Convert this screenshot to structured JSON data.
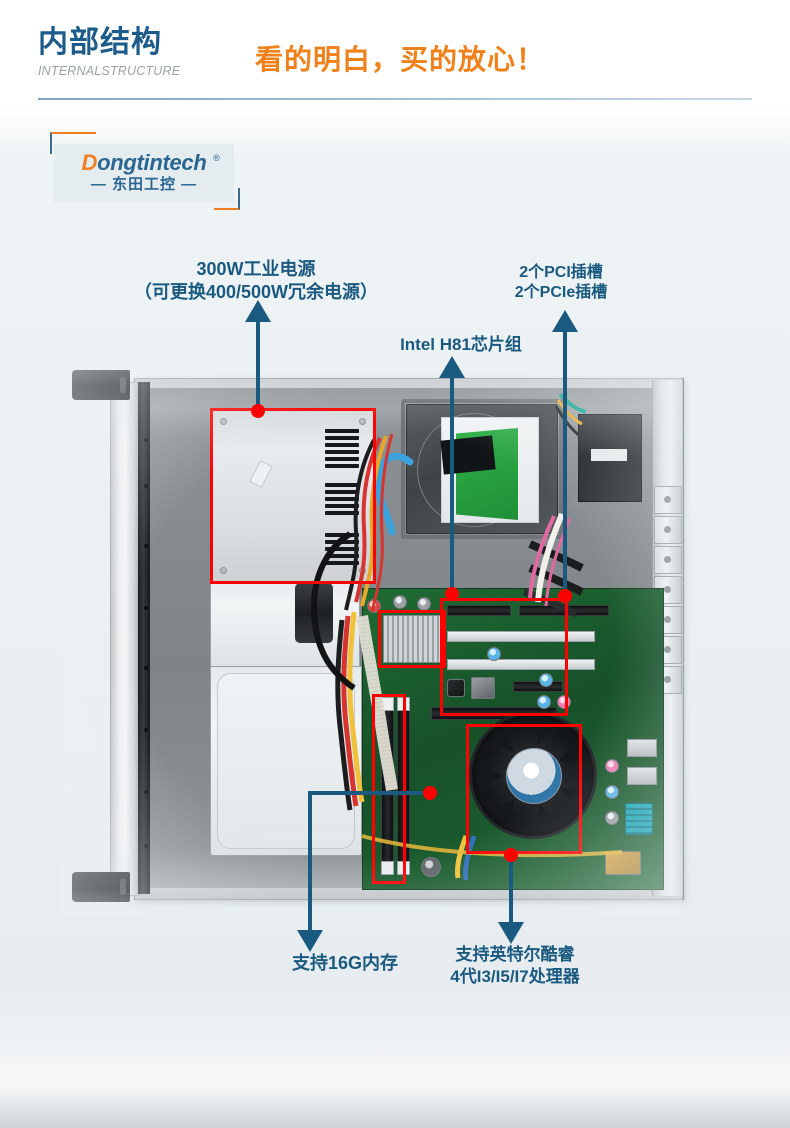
{
  "header": {
    "title_cn": "内部结构",
    "title_en": "INTERNALSTRUCTURE",
    "tagline": "看的明白，买的放心！",
    "title_color": "#1d5c8a",
    "tagline_color": "#f08019"
  },
  "logo": {
    "brand_en": "ongtintech",
    "brand_initial": "D",
    "registered_mark": "®",
    "brand_cn": "— 东田工控 —",
    "brand_color": "#2a6690",
    "accent_color": "#ef7f20"
  },
  "annotations": {
    "psu": "300W工业电源\n（可更换400/500W冗余电源）",
    "pci": "2个PCI插槽\n2个PCIe插槽",
    "chipset": "Intel H81芯片组",
    "memory": "支持16G内存",
    "cpu": "支持英特尔酷睿\n4代I3/I5/I7处理器",
    "label_color": "#1b5a80",
    "leader_color": "#1b5a80",
    "marker_color": "#ff0000"
  },
  "callouts": [
    {
      "name": "power-supply",
      "highlight_color": "#ff0000"
    },
    {
      "name": "chipset-heatsink",
      "highlight_color": "#ff0000"
    },
    {
      "name": "pci-slots",
      "highlight_color": "#ff0000"
    },
    {
      "name": "memory-slots",
      "highlight_color": "#ff0000"
    },
    {
      "name": "cpu-cooler",
      "highlight_color": "#ff0000"
    }
  ],
  "product": {
    "type": "2U rackmount industrial chassis",
    "components": [
      "power-supply-unit",
      "hard-disk-drive",
      "optical-drive-bay",
      "motherboard",
      "cpu-cooler-fan",
      "memory-dimm-slots",
      "pci-expansion-slots",
      "rear-cooling-fan",
      "rear-io-panel",
      "front-rack-handles"
    ]
  }
}
